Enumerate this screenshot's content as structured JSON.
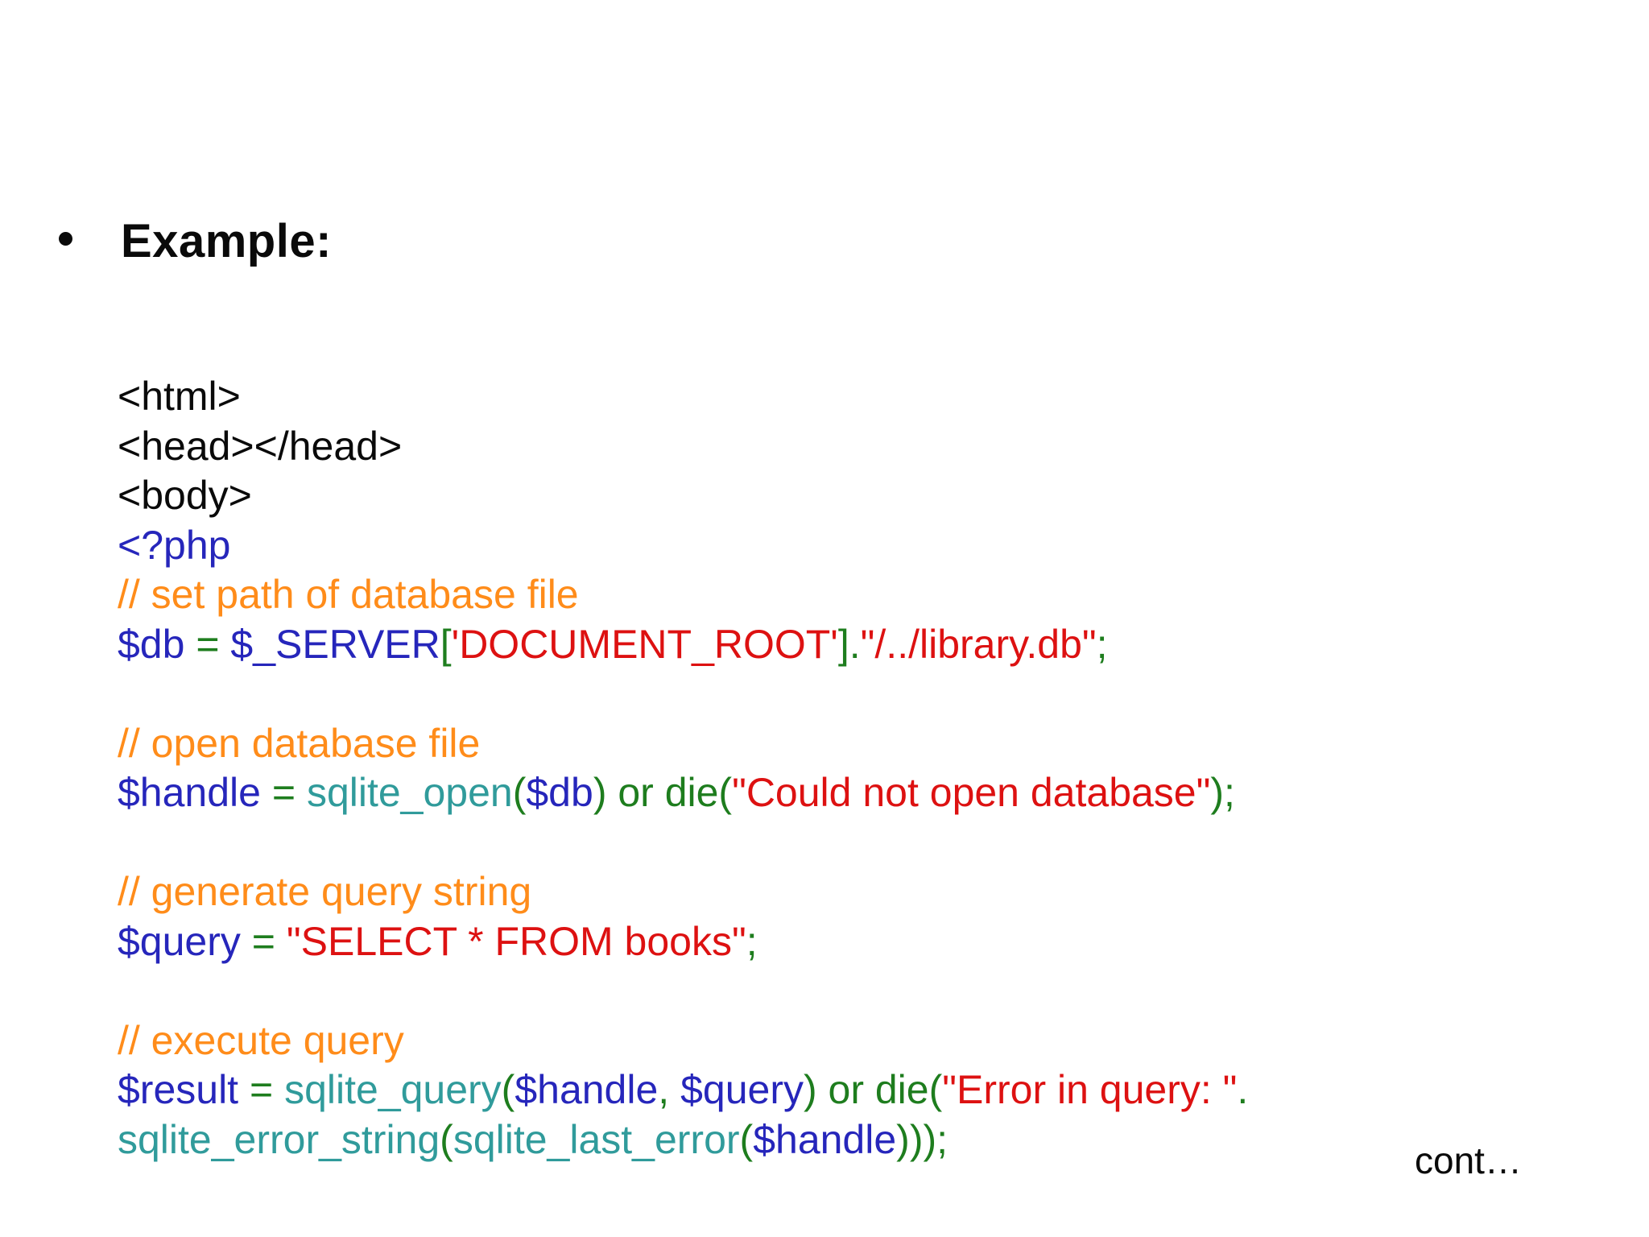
{
  "slide": {
    "background": "#ffffff",
    "title": {
      "bullet_icon": "•",
      "text": "Example:"
    },
    "footer": {
      "cont_label": "cont…"
    },
    "colors": {
      "markup": "#0a0a0a",
      "comment": "#ff8c1a",
      "string": "#dd1111",
      "variable": "#2626bb",
      "operator": "#1e7d1e",
      "function": "#309b9b"
    },
    "code": {
      "lines": [
        {
          "segments": [
            {
              "text": "<html>",
              "color": "markup"
            }
          ]
        },
        {
          "segments": [
            {
              "text": "<head></head>",
              "color": "markup"
            }
          ]
        },
        {
          "segments": [
            {
              "text": "<body>",
              "color": "markup"
            }
          ]
        },
        {
          "segments": [
            {
              "text": "<?php",
              "color": "variable"
            }
          ]
        },
        {
          "segments": [
            {
              "text": "// set path of database file",
              "color": "comment"
            }
          ]
        },
        {
          "segments": [
            {
              "text": "$db ",
              "color": "variable"
            },
            {
              "text": "= ",
              "color": "operator"
            },
            {
              "text": "$_SERVER",
              "color": "variable"
            },
            {
              "text": "[",
              "color": "operator"
            },
            {
              "text": "'DOCUMENT_ROOT'",
              "color": "string"
            },
            {
              "text": "].",
              "color": "operator"
            },
            {
              "text": "\"/../library.db\"",
              "color": "string"
            },
            {
              "text": ";",
              "color": "operator"
            }
          ]
        },
        {
          "segments": []
        },
        {
          "segments": [
            {
              "text": "// open database file",
              "color": "comment"
            }
          ]
        },
        {
          "segments": [
            {
              "text": "$handle ",
              "color": "variable"
            },
            {
              "text": "= ",
              "color": "operator"
            },
            {
              "text": "sqlite_open",
              "color": "function"
            },
            {
              "text": "(",
              "color": "operator"
            },
            {
              "text": "$db",
              "color": "variable"
            },
            {
              "text": ") or die(",
              "color": "operator"
            },
            {
              "text": "\"Could not open database\"",
              "color": "string"
            },
            {
              "text": ");",
              "color": "operator"
            }
          ]
        },
        {
          "segments": []
        },
        {
          "segments": [
            {
              "text": "// generate query string",
              "color": "comment"
            }
          ]
        },
        {
          "segments": [
            {
              "text": "$query ",
              "color": "variable"
            },
            {
              "text": "= ",
              "color": "operator"
            },
            {
              "text": "\"SELECT * FROM books\"",
              "color": "string"
            },
            {
              "text": ";",
              "color": "operator"
            }
          ]
        },
        {
          "segments": []
        },
        {
          "segments": [
            {
              "text": "// execute query",
              "color": "comment"
            }
          ]
        },
        {
          "segments": [
            {
              "text": "$result ",
              "color": "variable"
            },
            {
              "text": "= ",
              "color": "operator"
            },
            {
              "text": "sqlite_query",
              "color": "function"
            },
            {
              "text": "(",
              "color": "operator"
            },
            {
              "text": "$handle",
              "color": "variable"
            },
            {
              "text": ", ",
              "color": "operator"
            },
            {
              "text": "$query",
              "color": "variable"
            },
            {
              "text": ") or die(",
              "color": "operator"
            },
            {
              "text": "\"Error in query: \"",
              "color": "string"
            },
            {
              "text": ".",
              "color": "operator"
            }
          ]
        },
        {
          "segments": [
            {
              "text": "sqlite_error_string",
              "color": "function"
            },
            {
              "text": "(",
              "color": "operator"
            },
            {
              "text": "sqlite_last_error",
              "color": "function"
            },
            {
              "text": "(",
              "color": "operator"
            },
            {
              "text": "$handle",
              "color": "variable"
            },
            {
              "text": ")));",
              "color": "operator"
            }
          ]
        }
      ]
    }
  }
}
